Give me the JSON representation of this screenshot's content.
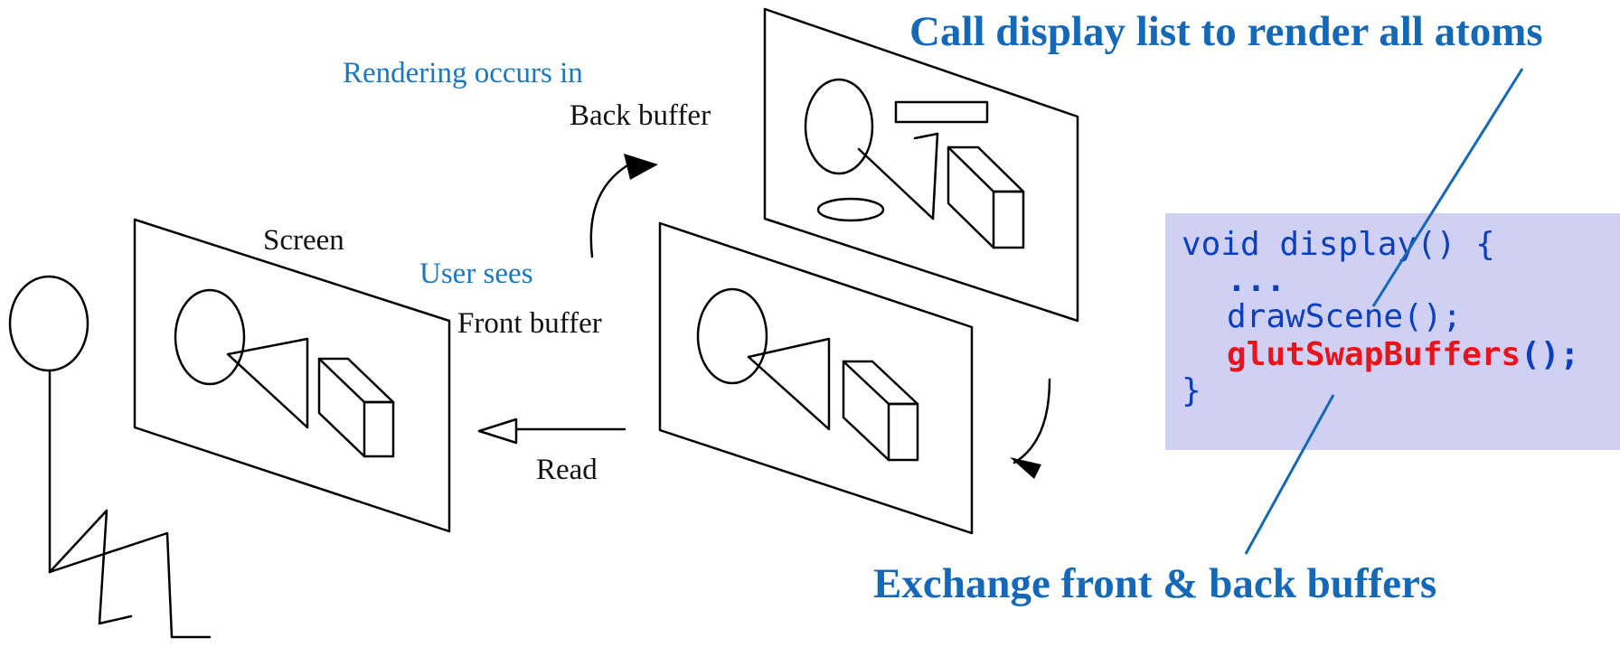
{
  "callouts": {
    "top": "Call display list to render all atoms",
    "bottom": "Exchange front & back buffers"
  },
  "labels": {
    "rendering_occurs_in": "Rendering occurs in",
    "back_buffer": "Back buffer",
    "screen": "Screen",
    "user_sees": "User sees",
    "front_buffer": "Front buffer",
    "read": "Read"
  },
  "code": {
    "line1": "void display() {",
    "line2": "...",
    "line3": "drawScene();",
    "line4_call": "glutSwapBuffers",
    "line4_rest": "();",
    "line5": "}"
  },
  "colors": {
    "accent_blue": "#1468b8",
    "label_blue": "#1a78c2",
    "code_blue": "#0a3fc0",
    "code_red": "#e8141c",
    "code_background": "#d0d0f4",
    "line_color": "#000000"
  },
  "icons": [
    "stick-figure-icon",
    "screen-panel",
    "back-buffer-panel",
    "front-buffer-panel",
    "read-arrow-icon",
    "swap-arrow-icon"
  ]
}
